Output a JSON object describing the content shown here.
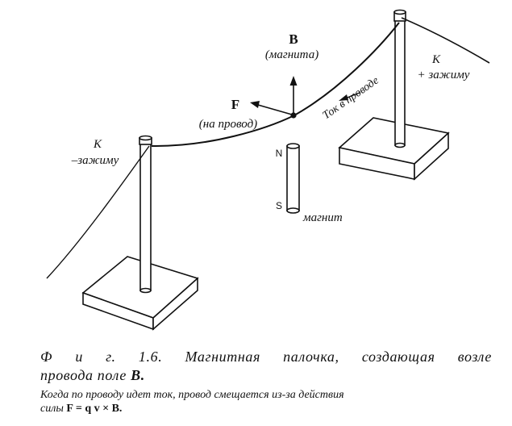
{
  "labels": {
    "b_symbol": "B",
    "b_note": "(магнита)",
    "f_symbol": "F",
    "f_note": "(на провод)",
    "current": "Ток в проводе",
    "right_k": "К",
    "right_clamp": "+ зажиму",
    "left_k": "К",
    "left_clamp": "–зажиму",
    "pole_n": "N",
    "pole_s": "S",
    "magnet": "магнит"
  },
  "caption": {
    "title_line1": "Ф и г. 1.6. Магнитная палочка, создающая возле",
    "title_line2_text": "провода поле ",
    "title_line2_bold": "B.",
    "body_line1": "Когда по проводу идет ток, провод смещается из-за действия",
    "body_line2_text": "силы ",
    "body_formula": "F = q v × B."
  }
}
